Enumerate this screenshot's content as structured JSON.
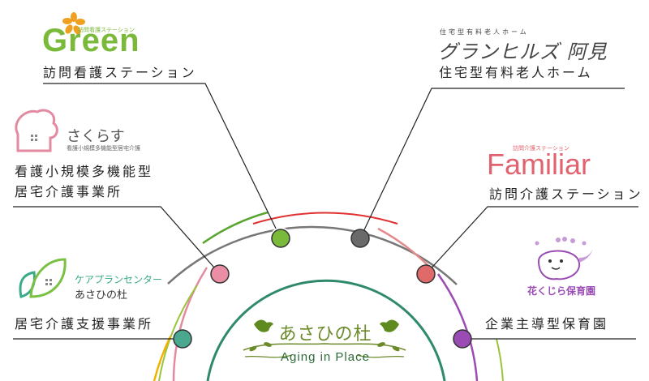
{
  "colors": {
    "green_logo": "#7ab93a",
    "gray_logo": "#444444",
    "sakura_pink": "#e38aa0",
    "familiar_pink": "#e0636f",
    "kujira_purple": "#9a4bb4",
    "careplan_green": "#3aaa8a",
    "center_ring": "#2f8a6a",
    "center_title": "#6b8a2a"
  },
  "center": {
    "title": "あさひの杜",
    "subtitle": "Aging in Place"
  },
  "services": [
    {
      "id": "green",
      "logo_text": "Green",
      "logo_small": "訪問看護ステーション",
      "label_lines": [
        "訪問看護ステーション"
      ],
      "dot_color": "#7ab93a"
    },
    {
      "id": "grand-hills",
      "logo_small": "住宅型有料老人ホーム",
      "logo_text": "グランヒルズ 阿見",
      "label_lines": [
        "住宅型有料老人ホーム"
      ],
      "dot_color": "#666666"
    },
    {
      "id": "sakurasu",
      "logo_text": "さくらす",
      "logo_small": "看護小規模多機能型居宅介護",
      "label_lines": [
        "看護小規模多機能型",
        "居宅介護事業所"
      ],
      "dot_color": "#e38aa0"
    },
    {
      "id": "familiar",
      "logo_small": "訪問介護ステーション",
      "logo_text": "Familiar",
      "label_lines": [
        "訪問介護ステーション"
      ],
      "dot_color": "#e0636f"
    },
    {
      "id": "careplan",
      "logo_text": "ケアプランセンター",
      "logo_sub": "あさひの杜",
      "label_lines": [
        "居宅介護支援事業所"
      ],
      "dot_color": "#4aa88e"
    },
    {
      "id": "kujira",
      "logo_text": "花くじら保育園",
      "label_lines": [
        "企業主導型保育園"
      ],
      "dot_color": "#9a4bb4"
    }
  ]
}
